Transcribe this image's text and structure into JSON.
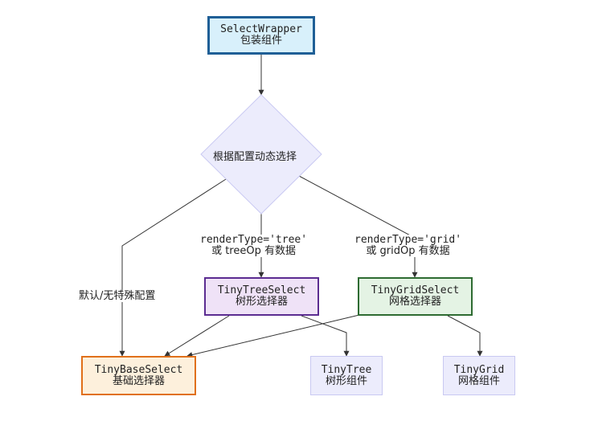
{
  "nodes": {
    "wrapper": {
      "title": "SelectWrapper",
      "subtitle": "包装组件",
      "border": "#1f5f96",
      "fill": "#d8f0fb"
    },
    "decision": {
      "label": "根据配置动态选择",
      "border": "#c9c9f2",
      "fill": "#ececfc"
    },
    "tree_select": {
      "title": "TinyTreeSelect",
      "subtitle": "树形选择器",
      "border": "#5b2c91",
      "fill": "#efe2f7"
    },
    "grid_select": {
      "title": "TinyGridSelect",
      "subtitle": "网格选择器",
      "border": "#2e6b32",
      "fill": "#e4f3e4"
    },
    "base_select": {
      "title": "TinyBaseSelect",
      "subtitle": "基础选择器",
      "border": "#e0701a",
      "fill": "#fdf0dc"
    },
    "tiny_tree": {
      "title": "TinyTree",
      "subtitle": "树形组件",
      "border": "#c9c9f2",
      "fill": "#ececfc"
    },
    "tiny_grid": {
      "title": "TinyGrid",
      "subtitle": "网格组件",
      "border": "#c9c9f2",
      "fill": "#ececfc"
    }
  },
  "edge_labels": {
    "tree": {
      "line1": "renderType='tree'",
      "line2": "或 treeOp 有数据"
    },
    "grid": {
      "line1": "renderType='grid'",
      "line2": "或 gridOp 有数据"
    },
    "default": {
      "text": "默认/无特殊配置"
    }
  },
  "colors": {
    "edge": "#333333"
  }
}
